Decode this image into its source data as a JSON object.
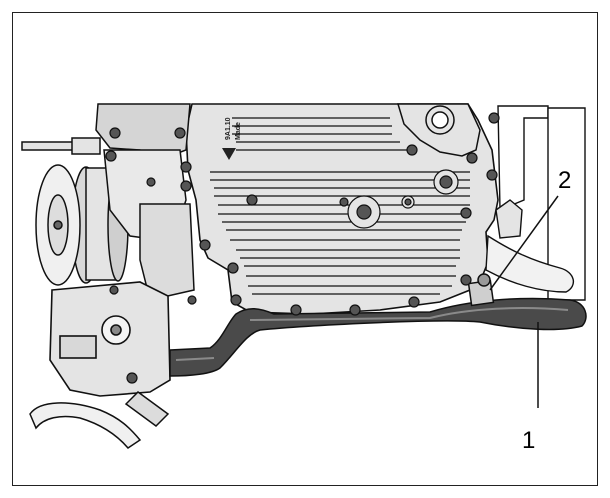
{
  "diagram": {
    "engraved_text": [
      "9A1.10",
      "Made"
    ],
    "callouts": [
      {
        "id": "1",
        "label": "1"
      },
      {
        "id": "2",
        "label": "2"
      }
    ],
    "colors": {
      "line": "#111111",
      "hose": "#4a4a4a",
      "metal": "#e4e4e4",
      "shadow": "#8a8a8a",
      "background": "#ffffff"
    }
  }
}
